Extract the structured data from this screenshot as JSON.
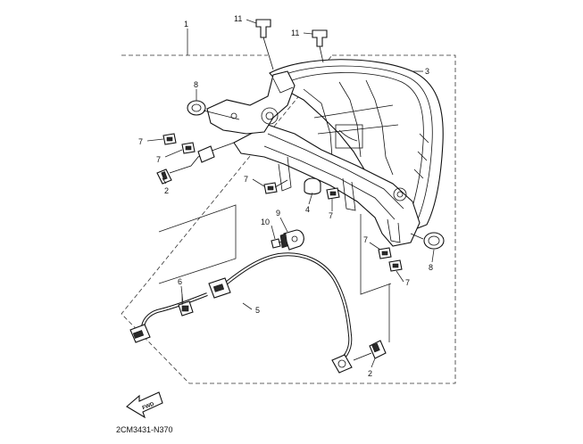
{
  "labels": {
    "l1": "1",
    "l11a": "11",
    "l11b": "11",
    "l3": "3",
    "l8a": "8",
    "l7a": "7",
    "l7b": "7",
    "l2a": "2",
    "l7c": "7",
    "l4": "4",
    "l7d": "7",
    "l10": "10",
    "l9": "9",
    "l7e": "7",
    "l7f": "7",
    "l8b": "8",
    "l6": "6",
    "l5": "5",
    "l2b": "2"
  },
  "fwd_label": "FWD",
  "diagram_code": "2CM3431-N370"
}
